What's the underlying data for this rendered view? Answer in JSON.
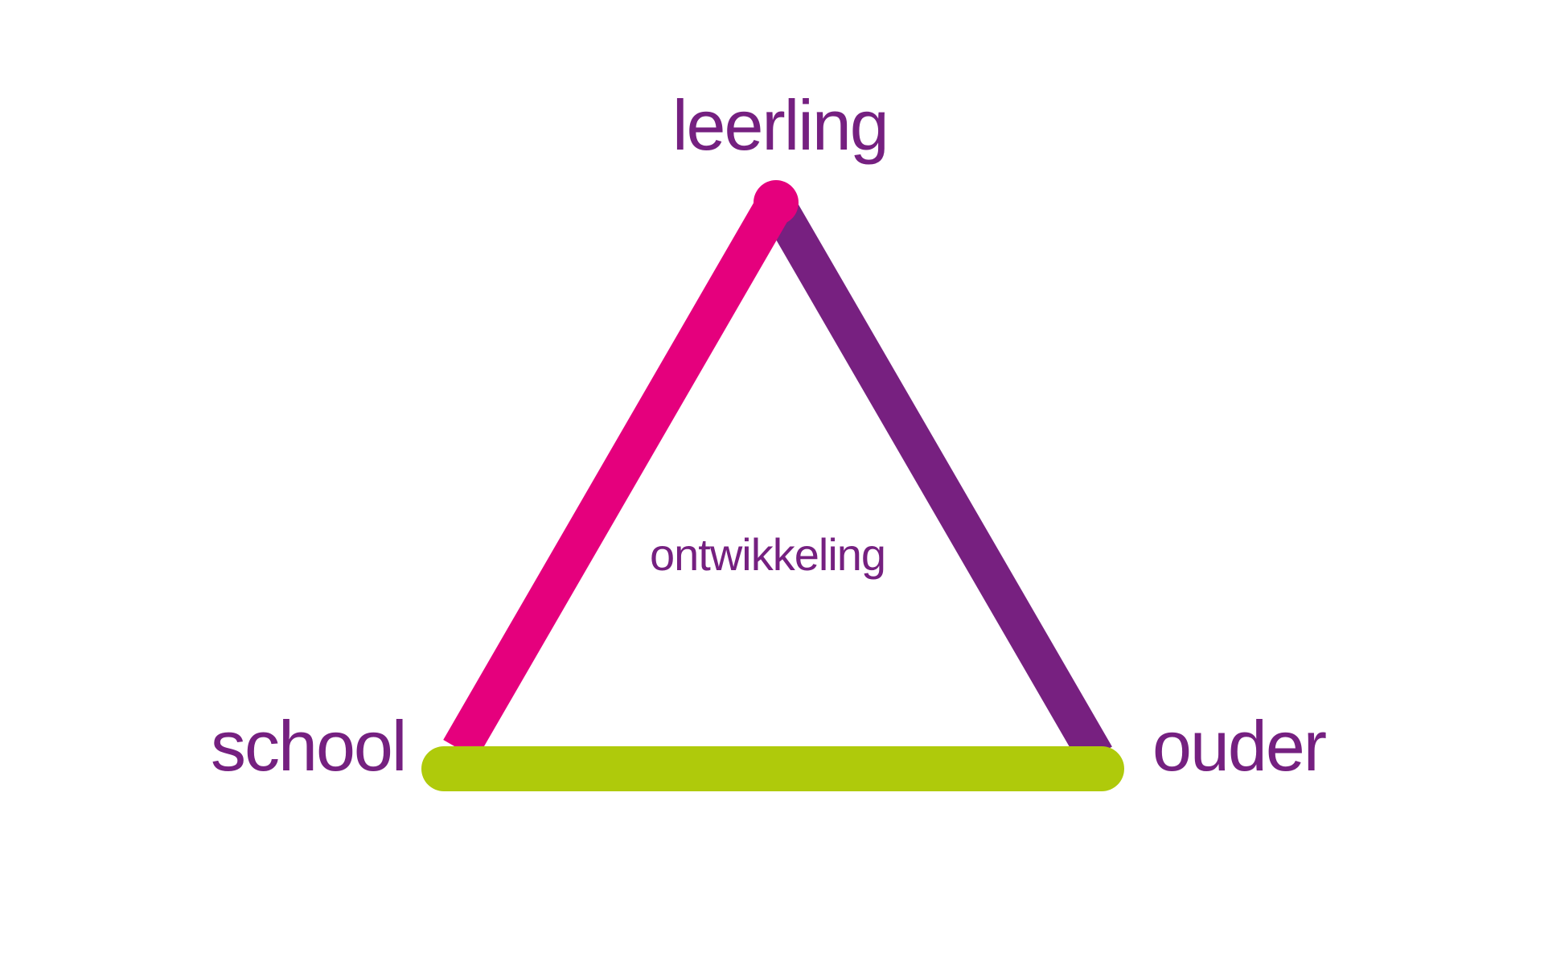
{
  "diagram": {
    "nodes": {
      "top": "leerling",
      "left": "school",
      "right": "ouder"
    },
    "center": "ontwikkeling"
  },
  "colors": {
    "text": "#752080",
    "edge_left": "#e5007d",
    "edge_right": "#772080",
    "edge_bottom": "#afca0b",
    "background": "#ffffff"
  }
}
